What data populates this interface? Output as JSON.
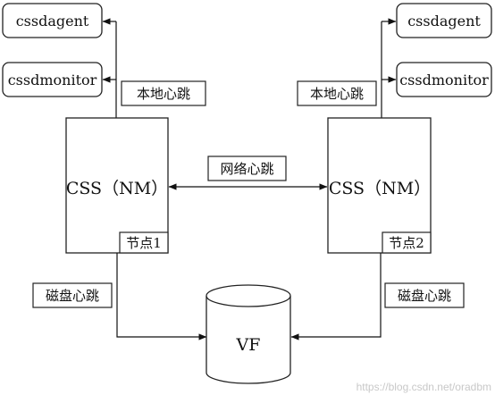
{
  "left": {
    "agent": "cssdagent",
    "monitor": "cssdmonitor",
    "local_heartbeat": "本地心跳",
    "node_title": "CSS（NM）",
    "node_tag": "节点1",
    "disk_heartbeat": "磁盘心跳"
  },
  "right": {
    "agent": "cssdagent",
    "monitor": "cssdmonitor",
    "local_heartbeat": "本地心跳",
    "node_title": "CSS（NM）",
    "node_tag": "节点2",
    "disk_heartbeat": "磁盘心跳"
  },
  "network_heartbeat": "网络心跳",
  "disk": {
    "label": "VF"
  },
  "watermark": "https://blog.csdn.net/oradbm"
}
